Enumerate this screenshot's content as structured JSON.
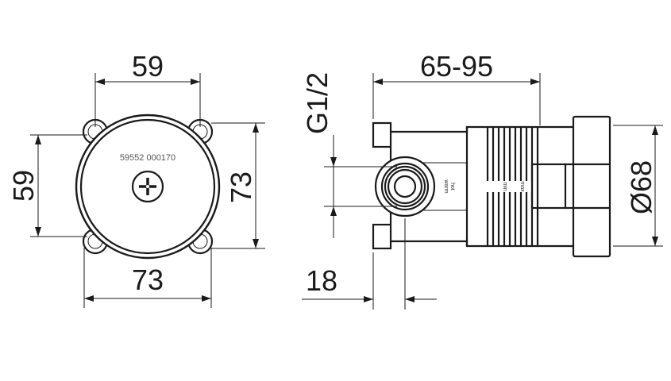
{
  "front_view": {
    "part_number": "59552 000170",
    "dim_top": "59",
    "dim_left": "59",
    "dim_right": "73",
    "dim_bottom": "73"
  },
  "side_view": {
    "dim_length": "65-95",
    "dim_thread": "G1/2",
    "dim_diameter": "Ø68",
    "dim_offset": "18",
    "label_warm": "warm",
    "label_hot": "hot",
    "label_min": "min",
    "label_max": "max"
  }
}
